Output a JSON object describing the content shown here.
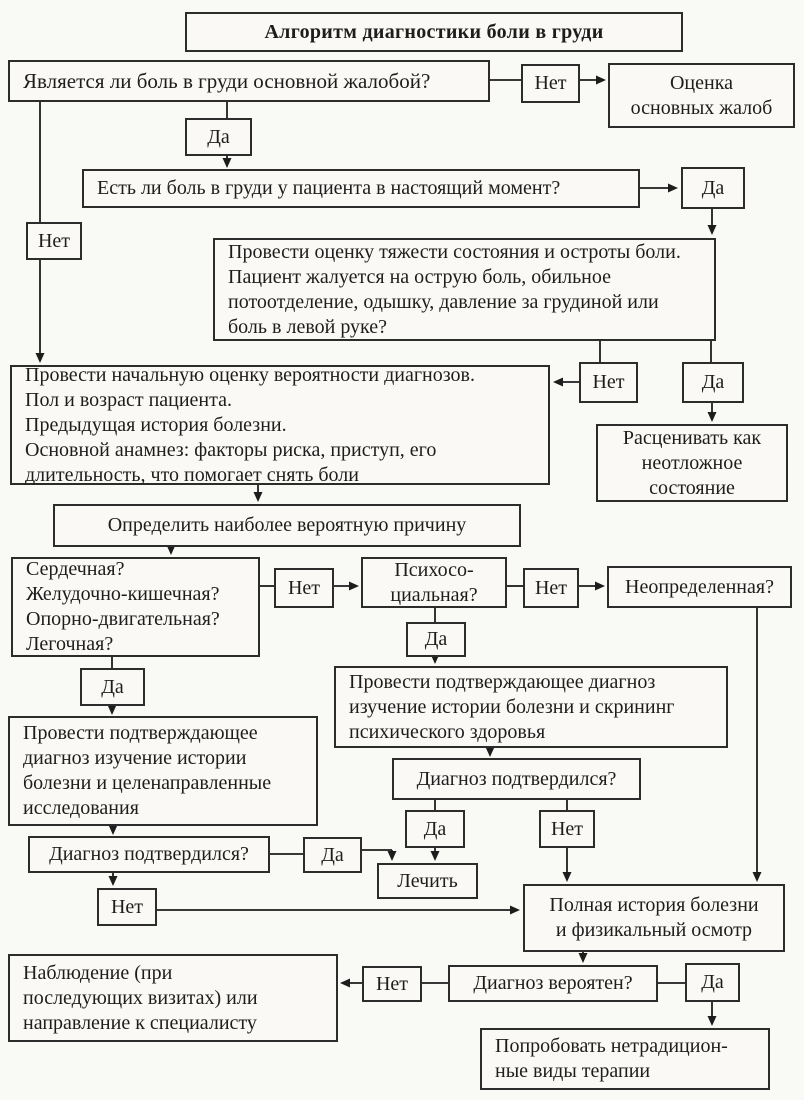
{
  "title": "Алгоритм диагностики боли в груди",
  "labels": {
    "yes": "Да",
    "no": "Нет"
  },
  "nodes": {
    "main_complaint_q": "Является ли боль в груди основной жалобой?",
    "assess_complaints": "Оценка\nосновных жалоб",
    "pain_now_q": "Есть ли боль в груди у пациента в настоящий момент?",
    "severity_q": "Провести оценку тяжести состояния и остроты боли.\nПациент жалуется на острую боль, обильное\nпотоотделение, одышку, давление за грудиной или\nболь в левой руке?",
    "initial_assessment": "Провести начальную оценку вероятности диагнозов.\nПол и возраст пациента.\nПредыдущая история болезни.\nОсновной анамнез: факторы риска, приступ, его\nдлительность, что помогает снять боли",
    "emergency": "Расценивать как\nнеотложное\nсостояние",
    "determine_cause": "Определить наиболее вероятную причину",
    "cause_categories": "Сердечная?\nЖелудочно-кишечная?\nОпорно-двигательная?\nЛегочная?",
    "psychosocial_q": "Психосо-\nциальная?",
    "undefined_q": "Неопределенная?",
    "confirm_psych": "Провести подтверждающее диагноз\nизучение истории болезни и скрининг\nпсихического здоровья",
    "confirm_somatic": "Провести подтверждающее\nдиагноз изучение истории\nболезни и целенаправленные\nисследования",
    "diagnosis_confirmed_q": "Диагноз подтвердился?",
    "treat": "Лечить",
    "full_history": "Полная история болезни\nи физикальный осмотр",
    "observation": "Наблюдение (при\nпоследующих визитах) или\nнаправление к специалисту",
    "diagnosis_probable_q": "Диагноз вероятен?",
    "try_alternative": "Попробовать нетрадицион-\nные виды терапии"
  }
}
